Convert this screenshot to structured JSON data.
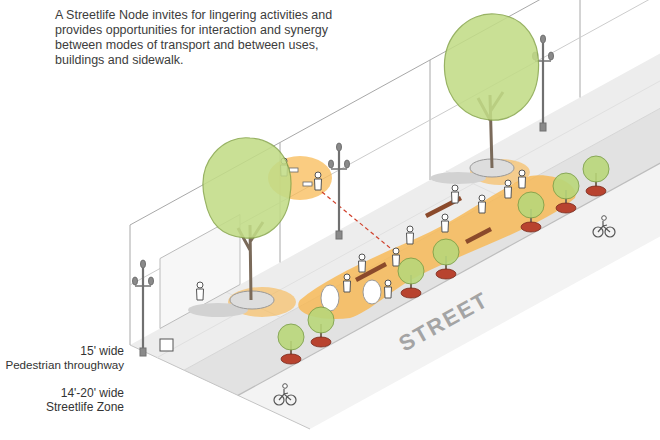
{
  "diagram": {
    "title": "A Streetlife Node invites for lingering activities and provides opportunities for interaction and synergy between modes of transport and between uses, buildings and sidewalk.",
    "labels": [
      "STREET",
      "15' wide",
      "Pedestrian throughway",
      "14'-20' wide",
      "Streetlife Zone"
    ]
  }
}
